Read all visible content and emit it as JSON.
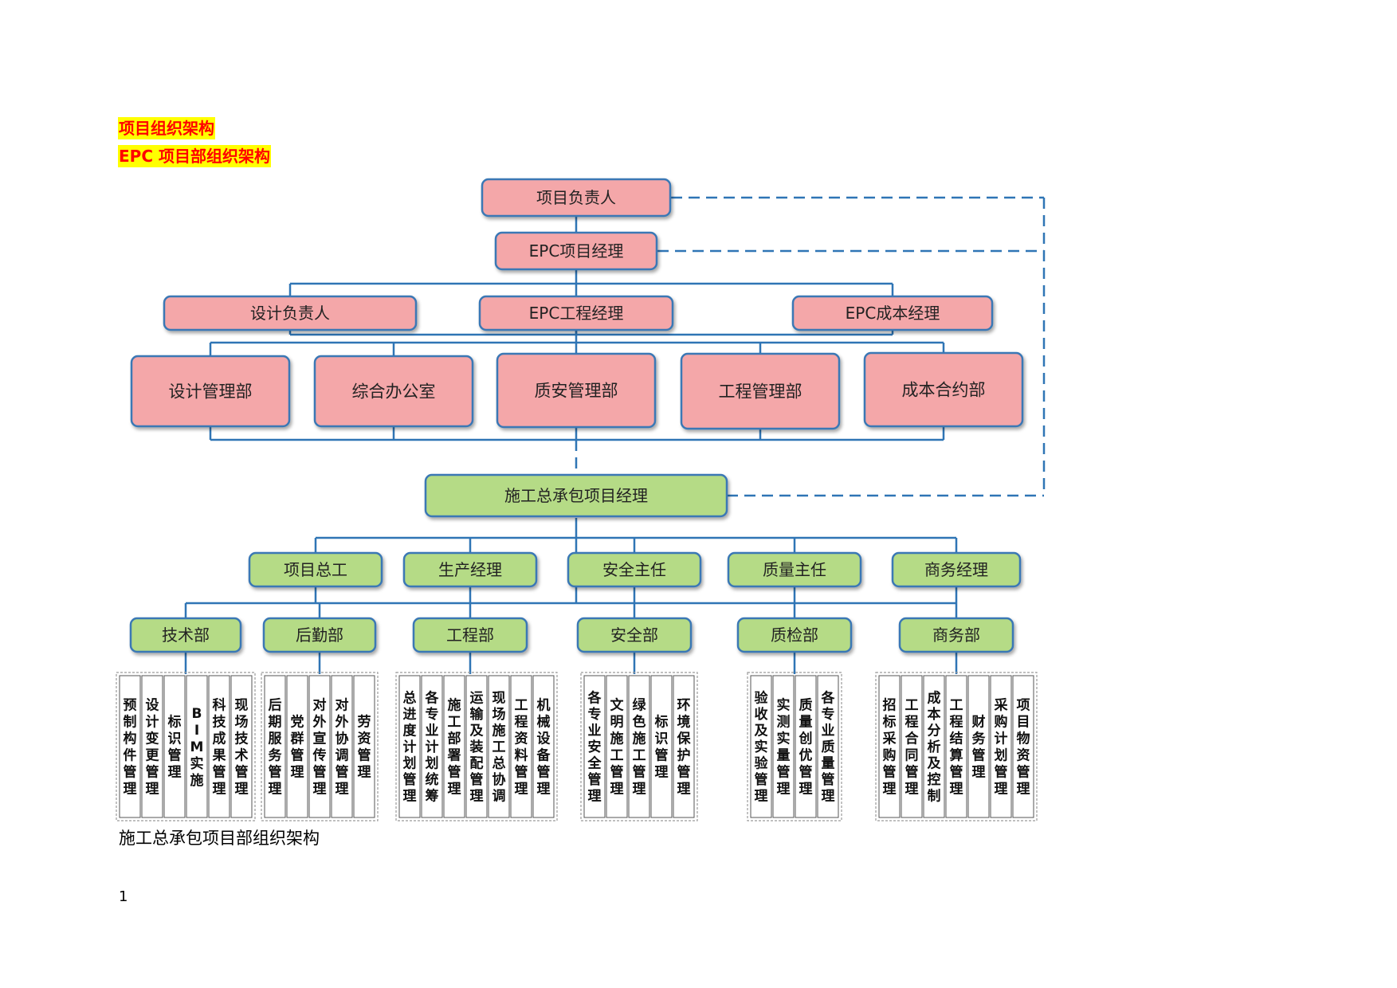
{
  "headings": {
    "section_title": "项目组织架构",
    "subsection_title": "EPC 项目部组织架构"
  },
  "colors": {
    "pink_fill": "#f4a7a9",
    "green_fill": "#b5db86",
    "box_border": "#3a78b5",
    "line": "#2f75b5",
    "dashed_line": "#2f75b5",
    "highlight": "#ffff00",
    "highlight_text": "#ff0000"
  },
  "epc": {
    "head": "项目负责人",
    "pm": "EPC项目经理",
    "level2": [
      "设计负责人",
      "EPC工程经理",
      "EPC成本经理"
    ],
    "departments": [
      "设计管理部",
      "综合办公室",
      "质安管理部",
      "工程管理部",
      "成本合约部"
    ]
  },
  "construction": {
    "gc_pm": "施工总承包项目经理",
    "managers": [
      "项目总工",
      "生产经理",
      "安全主任",
      "质量主任",
      "商务经理"
    ],
    "departments": [
      {
        "name": "技术部",
        "duties": [
          "预制构件管理",
          "设计变更管理",
          "标识管理",
          "BIM实施",
          "科技成果管理",
          "现场技术管理"
        ]
      },
      {
        "name": "后勤部",
        "duties": [
          "后期服务管理",
          "党群管理",
          "对外宣传管理",
          "对外协调管理",
          "劳资管理"
        ]
      },
      {
        "name": "工程部",
        "duties": [
          "总进度计划管理",
          "各专业计划统筹",
          "施工部署管理",
          "运输及装配管理",
          "现场施工总协调",
          "工程资料管理",
          "机械设备管理"
        ]
      },
      {
        "name": "安全部",
        "duties": [
          "各专业安全管理",
          "文明施工管理",
          "绿色施工管理",
          "标识管理",
          "环境保护管理"
        ]
      },
      {
        "name": "质检部",
        "duties": [
          "验收及实验管理",
          "实测实量管理",
          "质量创优管理",
          "各专业质量管理"
        ]
      },
      {
        "name": "商务部",
        "duties": [
          "招标采购管理",
          "工程合同管理",
          "成本分析及控制",
          "工程结算管理",
          "财务管理",
          "采购计划管理",
          "项目物资管理"
        ]
      }
    ]
  },
  "caption": "施工总承包项目部组织架构",
  "page_number": "1"
}
